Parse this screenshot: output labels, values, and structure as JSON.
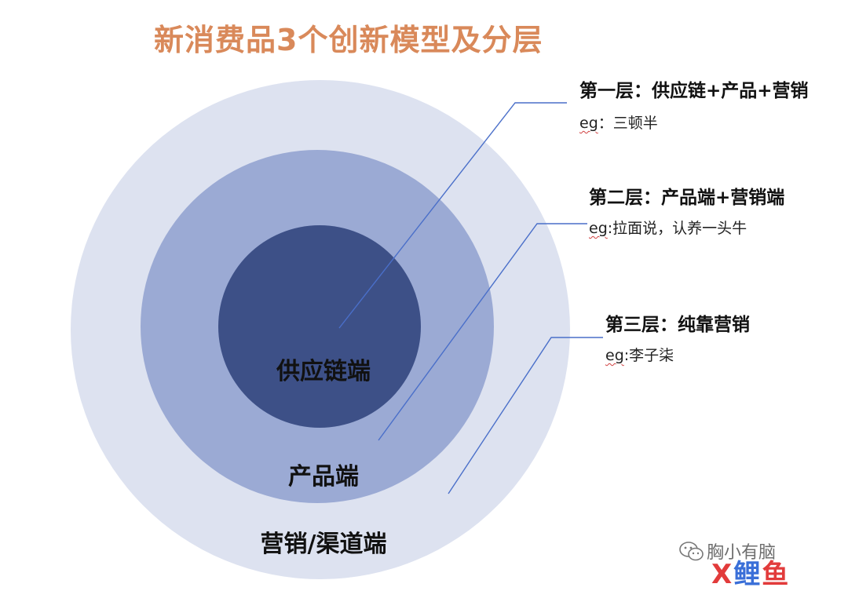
{
  "title": "新消费品3个创新模型及分层",
  "colors": {
    "title": "#d9895a",
    "outer_ring": "#dde2f0",
    "middle_ring": "#9baad4",
    "inner_core": "#3d5087",
    "leader_line": "#4a6fc9"
  },
  "zones": {
    "inner": "供应链端",
    "middle": "产品端",
    "outer": "营销/渠道端"
  },
  "layers": [
    {
      "heading": "第一层：供应链+产品+营销",
      "eg_key": "eg",
      "eg_value": "：三顿半"
    },
    {
      "heading": "第二层：产品端+营销端",
      "eg_key": "eg",
      "eg_value": ":拉面说，认养一头牛"
    },
    {
      "heading": "第三层：纯靠营销",
      "eg_key": "eg",
      "eg_value": ":李子柒"
    }
  ],
  "watermark": {
    "line1": "胸小有脑",
    "line2_chars": [
      "X",
      "鲤",
      "鱼"
    ],
    "icon": "wechat-icon"
  }
}
